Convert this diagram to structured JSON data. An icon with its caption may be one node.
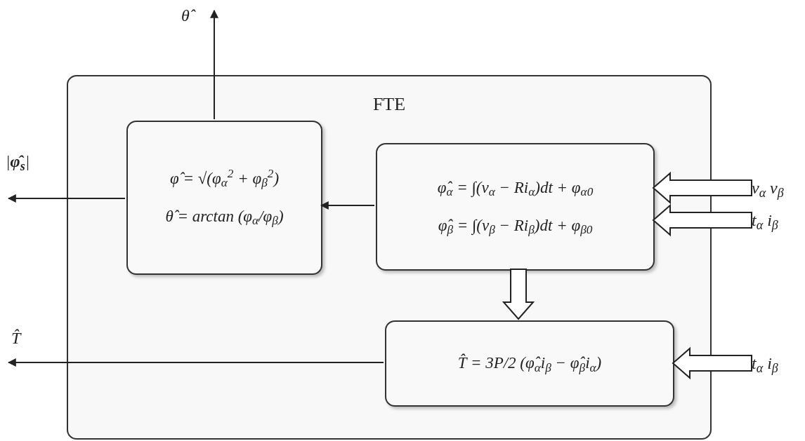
{
  "diagram": {
    "nodes": [
      {
        "text": [
          "FTE"
        ]
      },
      {
        "text": [
          "φ̂ = √(φ$_{α}$$^{2}$ + φ$_{β}$$^{2}$)",
          "θ̂ = arctan (φ$_{α}$/φ$_{β}$)"
        ],
        "in": 0
      },
      {
        "text": [
          "φ̂$_{α}$ = ∫(v$_{α}$ − Ri$_{α}$)dt + φ$_{α0}$",
          "φ̂$_{β}$ = ∫(v$_{β}$ − Ri$_{β}$)dt + φ$_{β0}$"
        ],
        "in": 0
      },
      {
        "text": [
          "T̂ = 3P/2 (φ̂$_{α}$i$_{β}$ − φ̂$_{β}$i$_{α}$)"
        ],
        "in": 0
      },
      {
        "text": [
          "v$_{α}$ v$_{β}$"
        ]
      },
      {
        "text": [
          "t$_{α}$ i$_{β}$"
        ]
      },
      {
        "text": [
          "t$_{α}$ i$_{β}$"
        ]
      }
    ],
    "edges": [
      {
        "from": 1,
        "to": null,
        "arrow": "to"
      },
      {
        "from": 1,
        "to": null,
        "arrow": "to"
      },
      {
        "from": 2,
        "to": 1,
        "arrow": "to"
      },
      {
        "from": 4,
        "to": 2,
        "arrow": "to",
        "style": "thick"
      },
      {
        "from": 5,
        "to": 2,
        "arrow": "to",
        "style": "thick"
      },
      {
        "from": 2,
        "to": 3,
        "arrow": "to",
        "style": "thick"
      },
      {
        "from": 3,
        "to": null,
        "arrow": "to"
      },
      {
        "from": 6,
        "to": 3,
        "arrow": "to",
        "style": "thick"
      }
    ],
    "labels": [
      "θ̂",
      "|**φ̂$_{s}$**|",
      "T̂"
    ]
  }
}
